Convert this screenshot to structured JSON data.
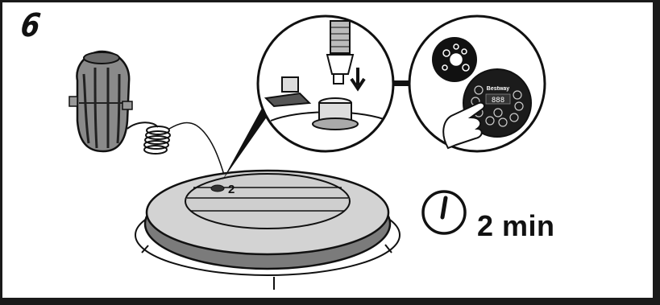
{
  "step": {
    "number": "6"
  },
  "spa": {
    "valve_label": "2"
  },
  "control_panel": {
    "brand": "Bestway",
    "display": "888"
  },
  "timer": {
    "duration": "2 min",
    "icon": "stopwatch-icon"
  }
}
